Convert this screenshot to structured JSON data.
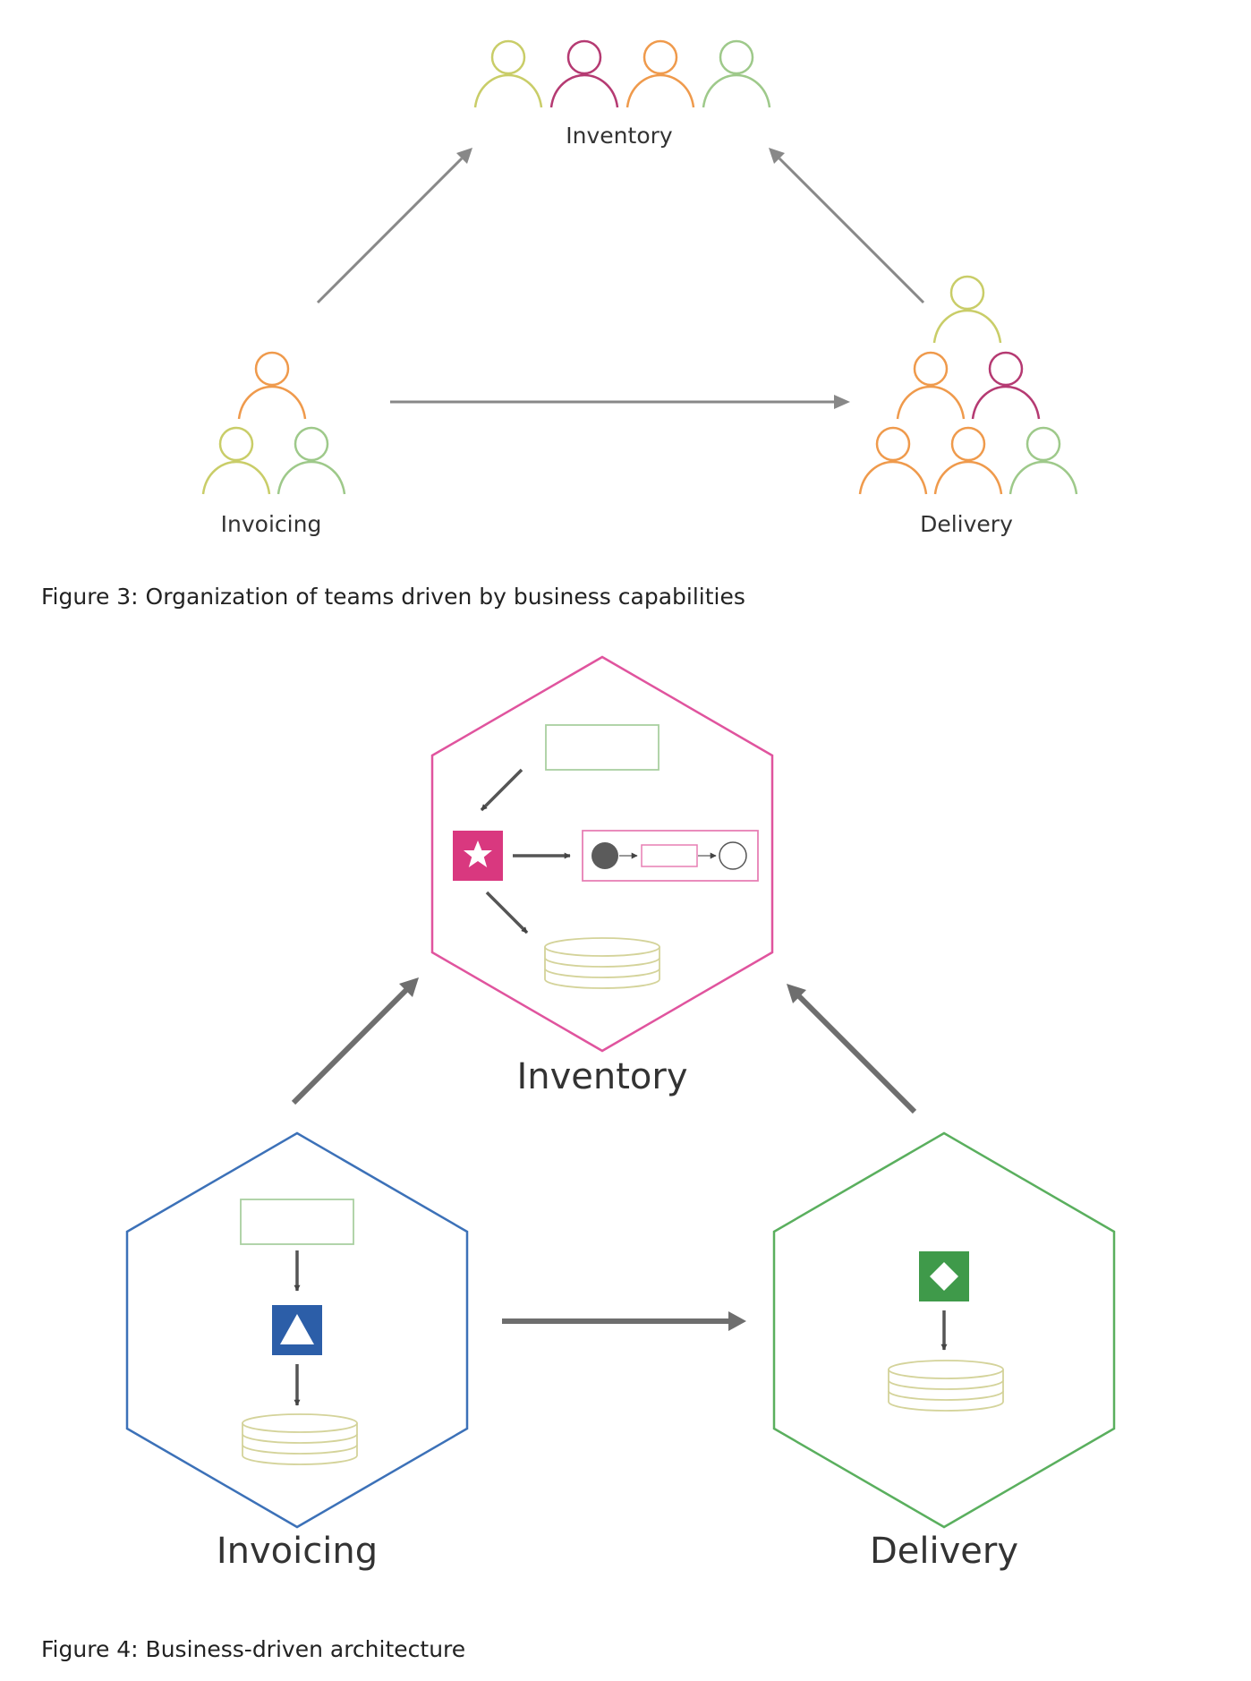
{
  "figure3": {
    "caption": "Figure 3: Organization of teams driven by business capabilities",
    "teams": {
      "inventory": {
        "label": "Inventory",
        "members": [
          "#c9cd68",
          "#b53a72",
          "#ef9a4c",
          "#9ec98a"
        ]
      },
      "invoicing": {
        "label": "Invoicing",
        "members": [
          "#ef9a4c",
          "#c9cd68",
          "#9ec98a"
        ]
      },
      "delivery": {
        "label": "Delivery",
        "members": [
          "#c9cd68",
          "#ef9a4c",
          "#b53a72",
          "#ef9a4c",
          "#ef9a4c",
          "#9ec98a"
        ]
      }
    },
    "arrow_color": "#888888"
  },
  "figure4": {
    "caption": "Figure 4: Business-driven architecture",
    "services": {
      "inventory": {
        "label": "Inventory",
        "border_color": "#e0549e",
        "icon": "star-icon",
        "icon_color": "#d9387f"
      },
      "invoicing": {
        "label": "Invoicing",
        "border_color": "#3c71b8",
        "icon": "triangle-icon",
        "icon_color": "#2c5ea8"
      },
      "delivery": {
        "label": "Delivery",
        "border_color": "#5aaf5e",
        "icon": "diamond-icon",
        "icon_color": "#3f9a4a"
      }
    },
    "database_color": "#d4d39a",
    "arrow_color": "#6e6e6e"
  }
}
